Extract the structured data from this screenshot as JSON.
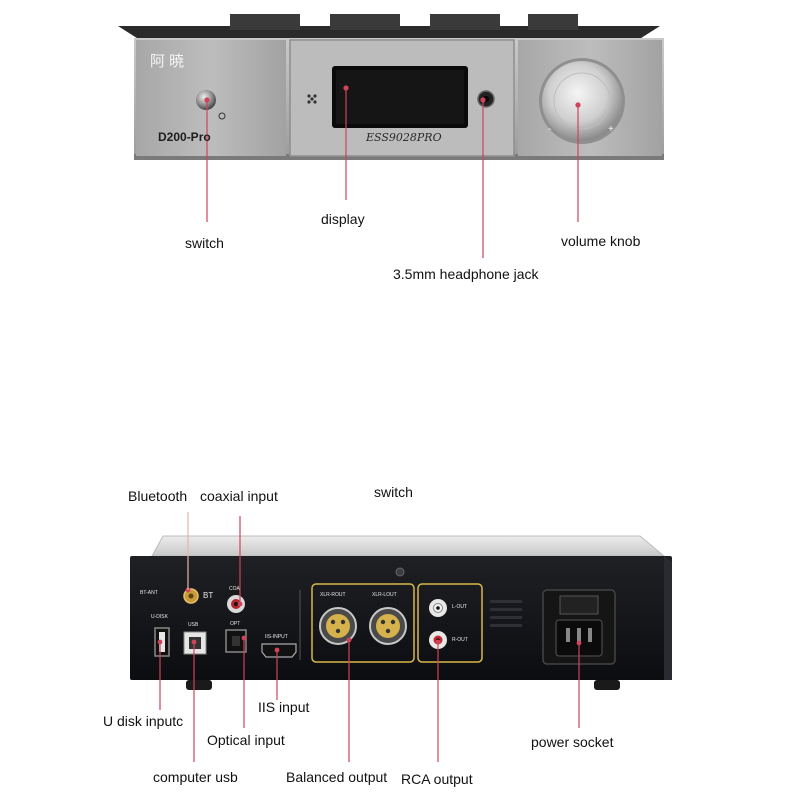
{
  "front_panel": {
    "brand_text": "阿暁",
    "model_text": "D200-Pro",
    "chip_text": "ESS9028PRO",
    "knob_minus": "-",
    "knob_plus": "+"
  },
  "rear_panel": {
    "bt_ant": "BT-ANT",
    "bt": "BT",
    "u_disk": "U-DISK",
    "usb": "USB",
    "coax": "COA",
    "opt": "OPT",
    "iis_input": "IIS-INPUT",
    "xlr_rout": "XLR-ROUT",
    "xlr_lout": "XLR-LOUT",
    "l_out": "L-OUT",
    "r_out": "R-OUT"
  },
  "callouts": {
    "front": {
      "switch": "switch",
      "display": "display",
      "headphone_jack": "3.5mm headphone jack",
      "volume_knob": "volume knob"
    },
    "rear": {
      "bluetooth": "Bluetooth",
      "coaxial_input": "coaxial input",
      "switch": "switch",
      "u_disk_input": "U disk inputc",
      "iis_input": "IIS input",
      "optical_input": "Optical input",
      "power_socket": "power socket",
      "computer_usb": "computer usb",
      "balanced_output": "Balanced output",
      "rca_output": "RCA output"
    }
  },
  "colors": {
    "callout_line": "#d0435a",
    "highlight_box": "#d9b84a",
    "display_red": "#e0204a"
  }
}
